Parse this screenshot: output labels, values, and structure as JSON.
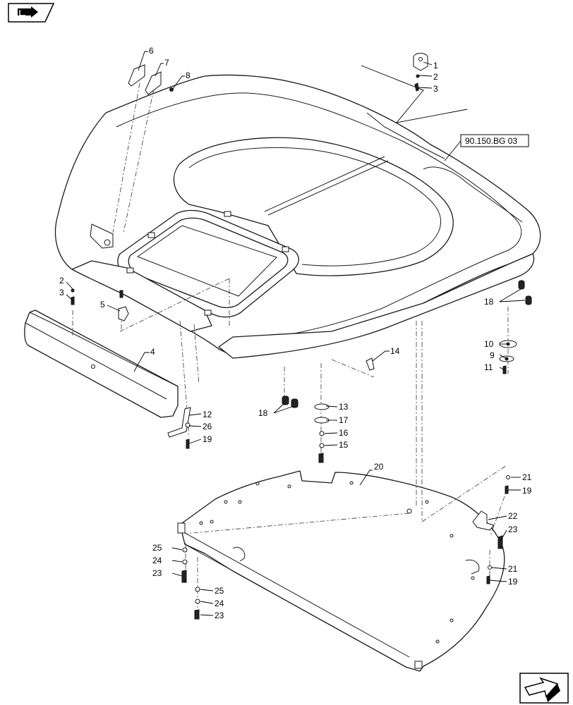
{
  "reference": {
    "label": "90.150.BG 03"
  },
  "callouts": [
    {
      "id": "c1",
      "text": "1"
    },
    {
      "id": "c2",
      "text": "2"
    },
    {
      "id": "c3",
      "text": "3"
    },
    {
      "id": "c6",
      "text": "6"
    },
    {
      "id": "c7",
      "text": "7"
    },
    {
      "id": "c8",
      "text": "8"
    },
    {
      "id": "c2b",
      "text": "2"
    },
    {
      "id": "c3b",
      "text": "3"
    },
    {
      "id": "c5",
      "text": "5"
    },
    {
      "id": "c4",
      "text": "4"
    },
    {
      "id": "c18a",
      "text": "18"
    },
    {
      "id": "c10",
      "text": "10"
    },
    {
      "id": "c9",
      "text": "9"
    },
    {
      "id": "c11",
      "text": "11"
    },
    {
      "id": "c14",
      "text": "14"
    },
    {
      "id": "c12",
      "text": "12"
    },
    {
      "id": "c26",
      "text": "26"
    },
    {
      "id": "c19a",
      "text": "19"
    },
    {
      "id": "c18b",
      "text": "18"
    },
    {
      "id": "c13",
      "text": "13"
    },
    {
      "id": "c17",
      "text": "17"
    },
    {
      "id": "c16",
      "text": "16"
    },
    {
      "id": "c15",
      "text": "15"
    },
    {
      "id": "c20",
      "text": "20"
    },
    {
      "id": "c21a",
      "text": "21"
    },
    {
      "id": "c19b",
      "text": "19"
    },
    {
      "id": "c22",
      "text": "22"
    },
    {
      "id": "c23a",
      "text": "23"
    },
    {
      "id": "c21b",
      "text": "21"
    },
    {
      "id": "c19c",
      "text": "19"
    },
    {
      "id": "c25a",
      "text": "25"
    },
    {
      "id": "c24a",
      "text": "24"
    },
    {
      "id": "c23b",
      "text": "23"
    },
    {
      "id": "c25b",
      "text": "25"
    },
    {
      "id": "c24b",
      "text": "24"
    },
    {
      "id": "c23c",
      "text": "23"
    }
  ],
  "icons": {
    "top_left": "arrow-page-icon",
    "bottom_right": "arrow-next-page-icon"
  }
}
